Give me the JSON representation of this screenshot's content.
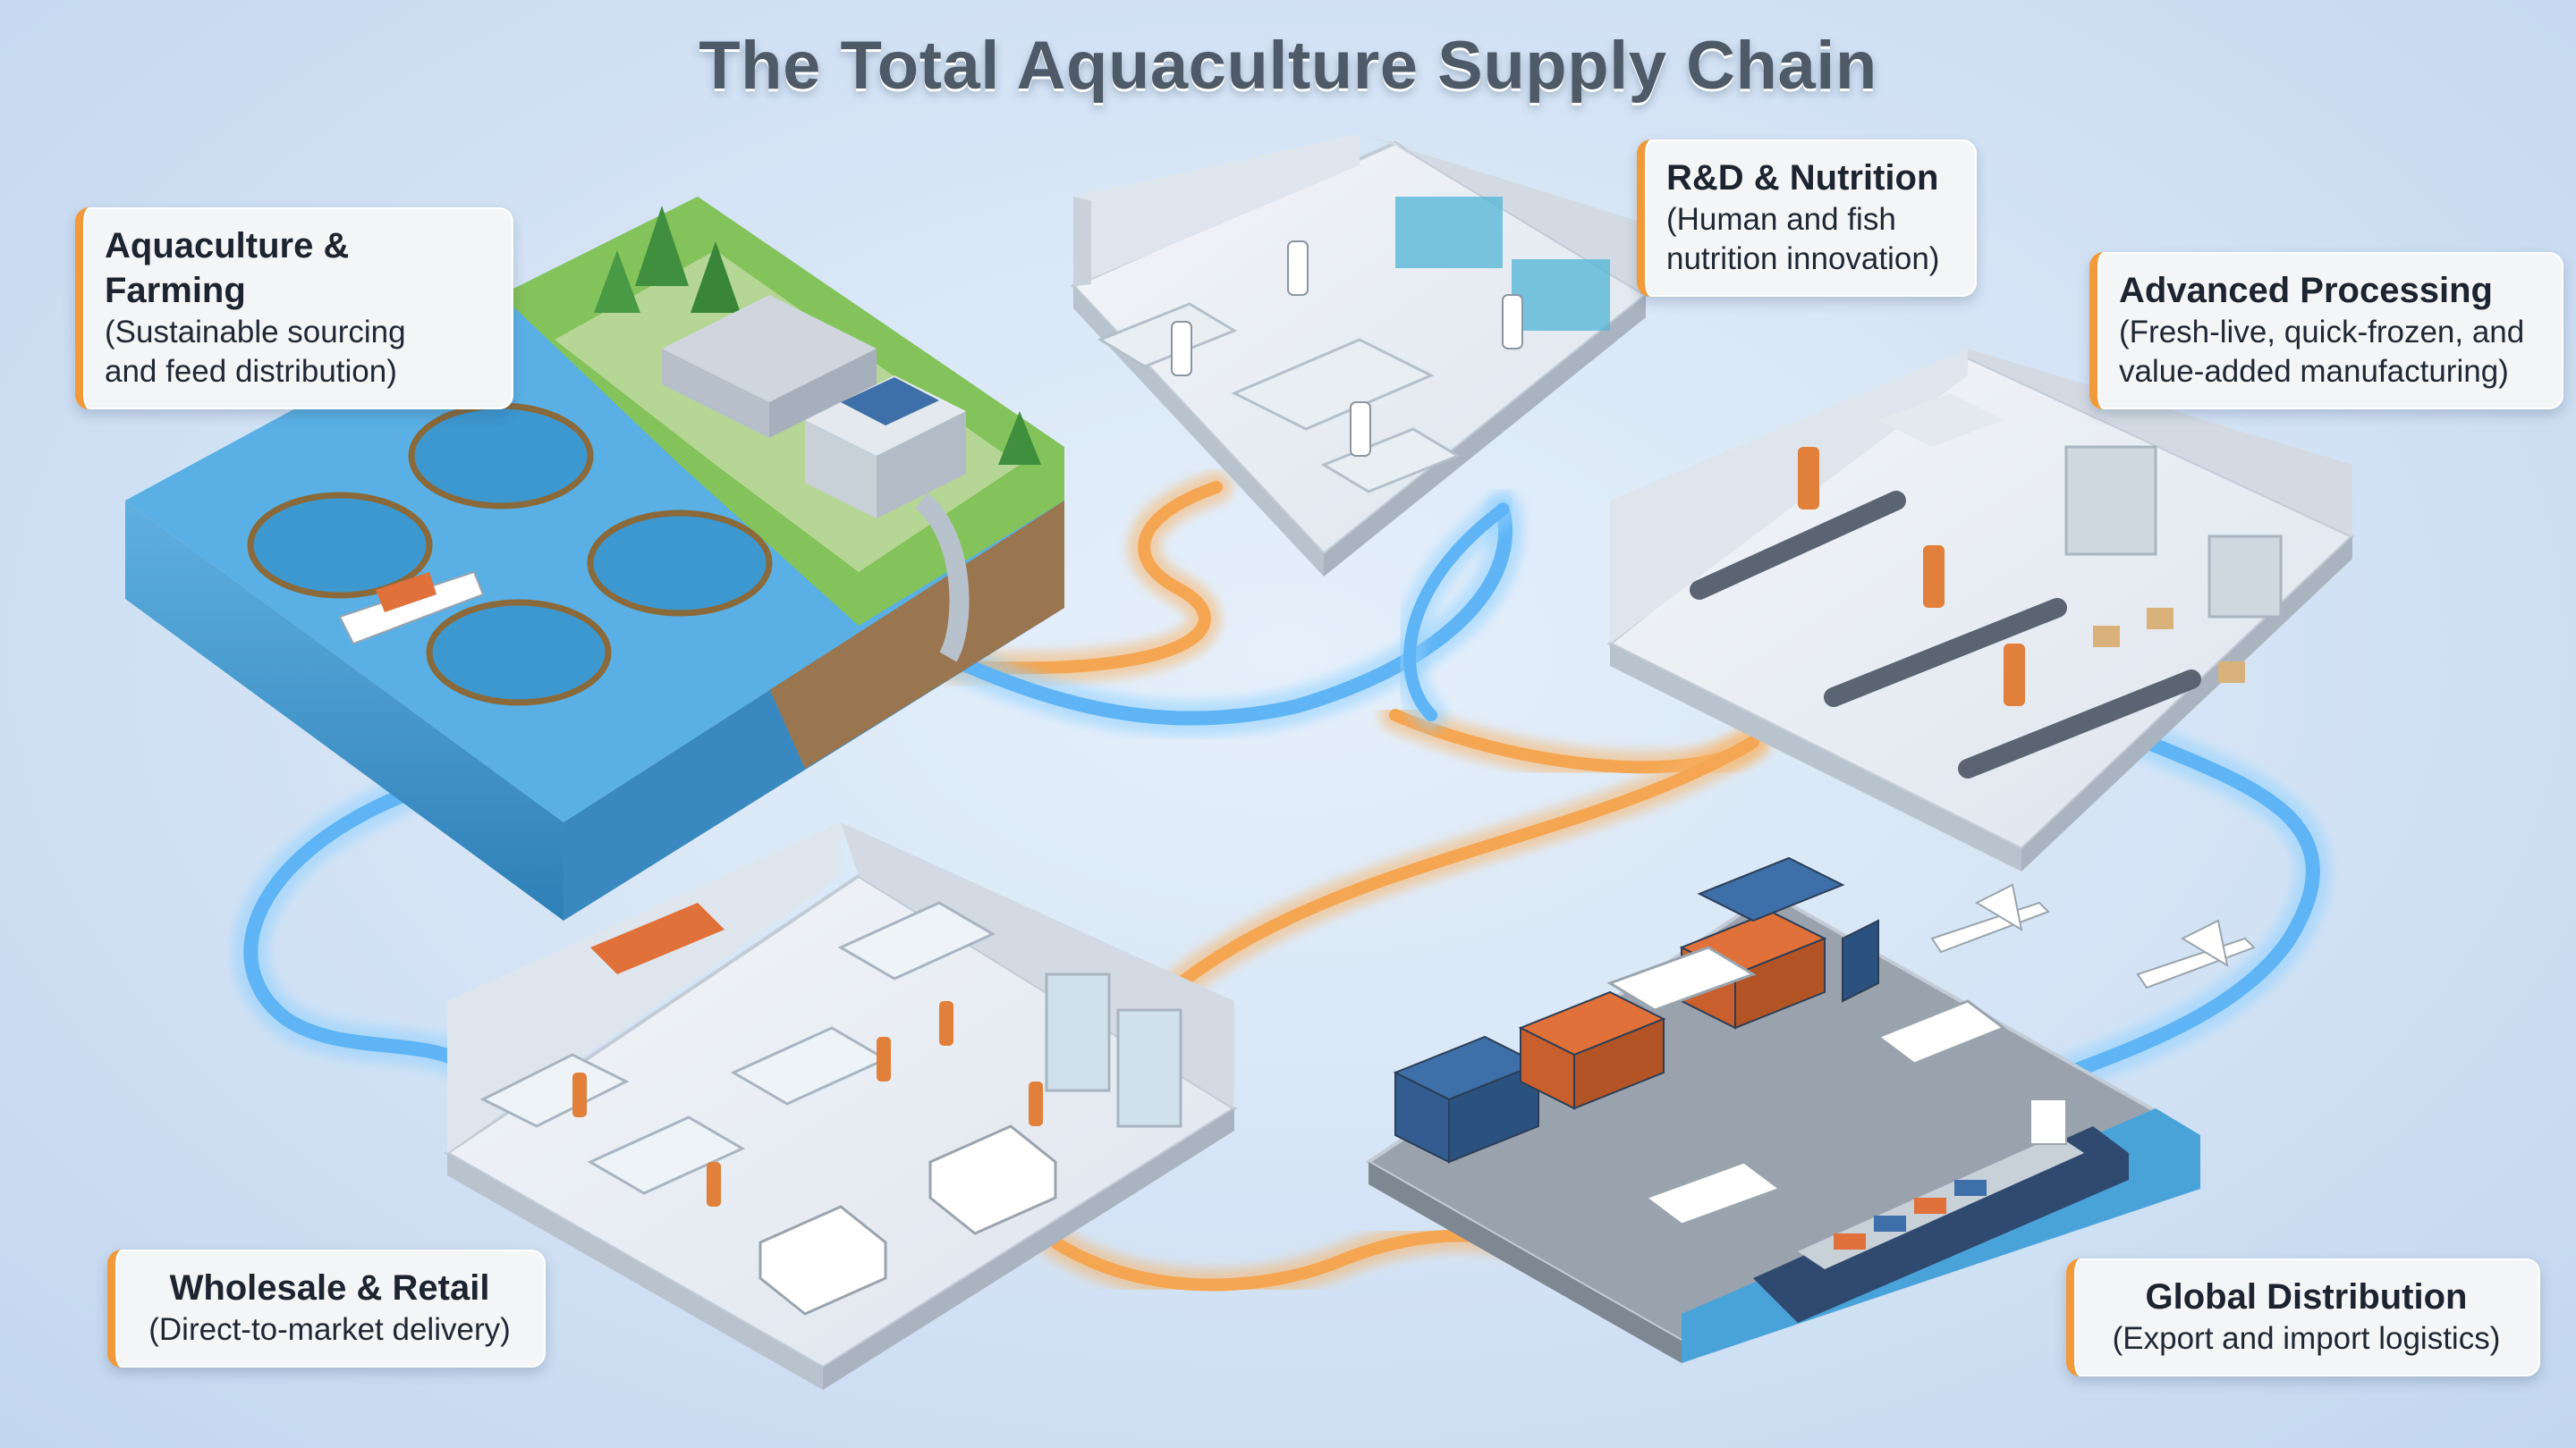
{
  "title": "The Total Aquaculture Supply Chain",
  "stages": {
    "farming": {
      "title": "Aquaculture & Farming",
      "subtitle": "(Sustainable sourcing\nand feed distribution)"
    },
    "rnd": {
      "title": "R&D & Nutrition",
      "subtitle": "(Human and fish\nnutrition innovation)"
    },
    "processing": {
      "title": "Advanced Processing",
      "subtitle": "(Fresh-live, quick-frozen, and\nvalue-added manufacturing)"
    },
    "retail": {
      "title": "Wholesale & Retail",
      "subtitle": "(Direct-to-market delivery)"
    },
    "distribution": {
      "title": "Global Distribution",
      "subtitle": "(Export and import logistics)"
    }
  },
  "colors": {
    "accent": "#f2993a",
    "flow_blue": "#5fb4f5",
    "flow_orange": "#f5a652",
    "water": "#4aa3d8",
    "container_blue": "#3f6fa8",
    "container_orange": "#e0713a"
  }
}
